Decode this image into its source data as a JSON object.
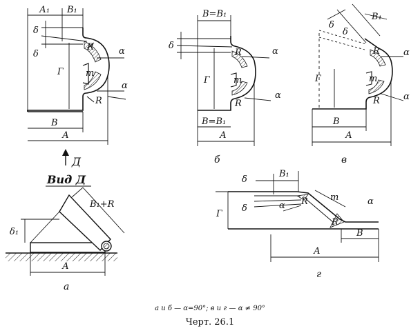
{
  "labels": {
    "A": "А",
    "A1": "А₁",
    "B": "В",
    "B1": "В₁",
    "B_eq_B1": "В=В₁",
    "B1_plus_R": "В₁+R",
    "R": "R",
    "m": "т",
    "G": "Г",
    "delta": "δ",
    "delta1": "δ₁",
    "alpha": "α",
    "D": "Д",
    "vid_d": "Вид Д"
  },
  "panels": {
    "a": "а",
    "b": "б",
    "v": "в",
    "g": "г"
  },
  "caption": {
    "note": "а и б — α=90°; в и г — α ≠ 90°",
    "title": "Черт. 26.1"
  }
}
